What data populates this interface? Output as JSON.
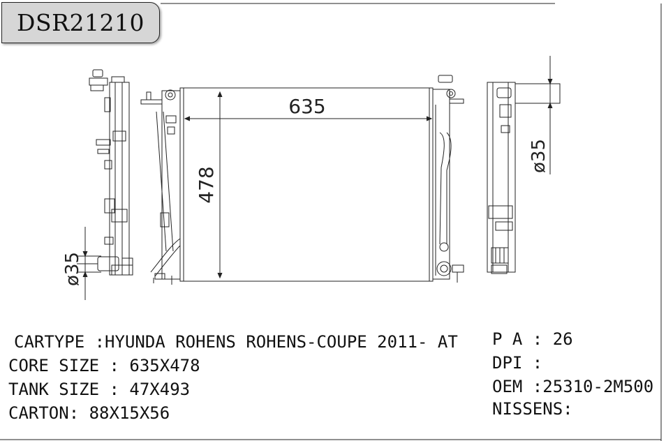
{
  "part_number": "DSR21210",
  "dimensions": {
    "width": "635",
    "height": "478",
    "outlet_right": "ø35",
    "outlet_left": "ø35"
  },
  "specs": {
    "car_type": "CARTYPE :HYUNDA ROHENS ROHENS-COUPE 2011- AT",
    "core_size": "CORE SIZE : 635X478",
    "tank_size": "TANK SIZE : 47X493",
    "carton": "CARTON: 88X15X56",
    "pa": "P A : 26",
    "dpi": "DPI :",
    "oem": "OEM :25310-2M500",
    "nissens": "NISSENS:"
  }
}
